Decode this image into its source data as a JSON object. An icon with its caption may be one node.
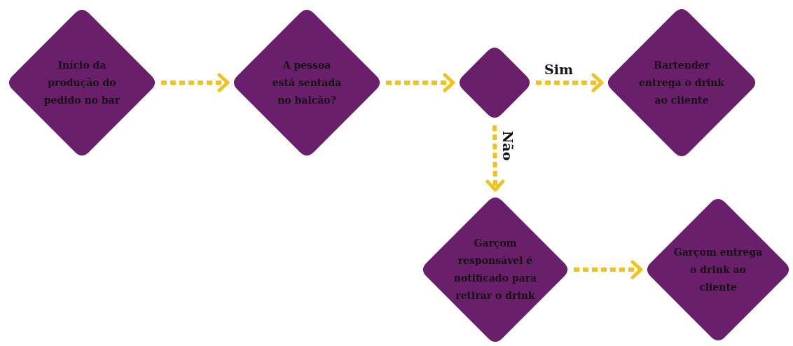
{
  "diagram": {
    "nodes": [
      {
        "text": [
          "Início da produção do pedido no bar"
        ]
      },
      {
        "text": [
          "A pessoa está sentada no balcão?"
        ]
      },
      {
        "text": [],
        "shape": "diamond"
      },
      {
        "text": [
          "Bartender entrega o drink ao cliente"
        ]
      },
      {
        "text": [
          "Garçom responsável é notificado para retirar o drink"
        ]
      },
      {
        "text": [
          "Garçom entrega o drink ao cliente"
        ]
      }
    ],
    "edges": [
      {
        "from": 0,
        "to": 1,
        "arrow": "to",
        "style": "dashed"
      },
      {
        "from": 1,
        "to": 2,
        "arrow": "to",
        "style": "dashed"
      },
      {
        "from": 2,
        "to": 3,
        "arrow": "to",
        "style": "dashed",
        "label": "Sim"
      },
      {
        "from": 2,
        "to": 4,
        "arrow": "to",
        "style": "dashed",
        "label": "Não"
      },
      {
        "from": 4,
        "to": 5,
        "arrow": "to",
        "style": "dashed"
      }
    ]
  }
}
